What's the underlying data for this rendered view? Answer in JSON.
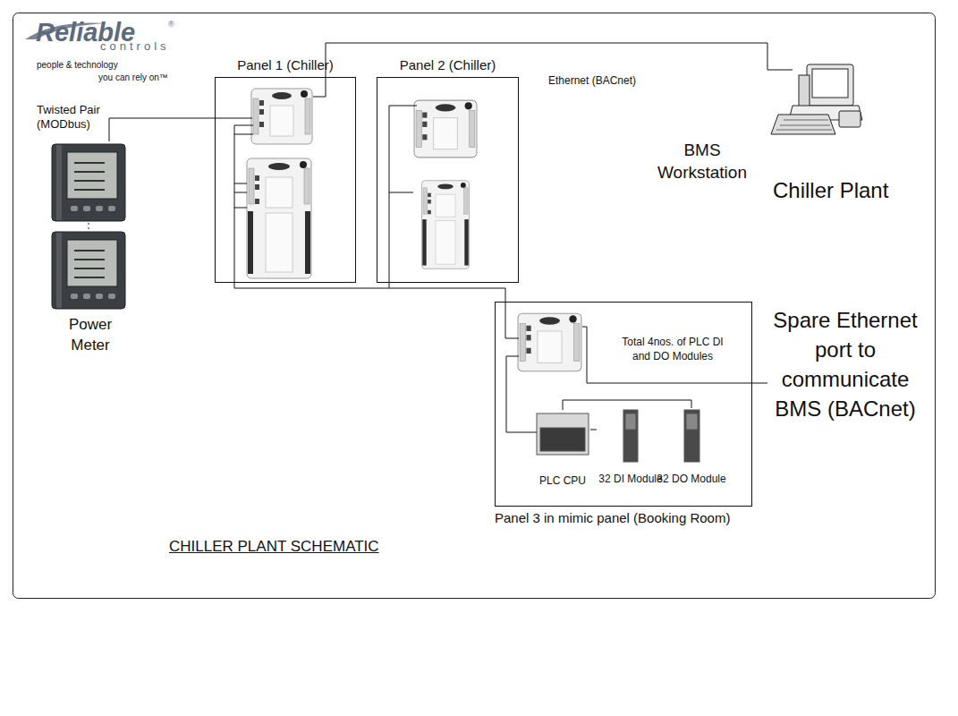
{
  "diagram": {
    "title": "CHILLER PLANT SCHEMATIC",
    "nodes": [
      {
        "text": [
          "Panel 1 (Chiller)"
        ]
      },
      {
        "text": [
          "Panel 2 (Chiller)"
        ]
      },
      {
        "text": [
          "Panel 3 in mimic panel (Booking Room)"
        ]
      },
      {
        "text": [
          "PLC CPU"
        ],
        "in": 2
      },
      {
        "text": [
          "32 DI Module"
        ],
        "in": 2
      },
      {
        "text": [
          "32 DO Module"
        ],
        "in": 2
      }
    ],
    "edges": [
      {
        "from": 3,
        "to": 4,
        "arrow": "none"
      },
      {
        "from": 3,
        "to": 5,
        "arrow": "none"
      }
    ],
    "labels": [
      "Reliable",
      "®",
      "controls",
      "people & technology",
      "you can rely on™",
      "Twisted Pair (MODbus)",
      "Ethernet (BACnet)",
      "BMS Workstation",
      "Chiller Plant",
      "Power Meter",
      "Total 4nos. of PLC DI and DO Modules",
      "Spare Ethernet port to communicate BMS (BACnet)"
    ]
  }
}
